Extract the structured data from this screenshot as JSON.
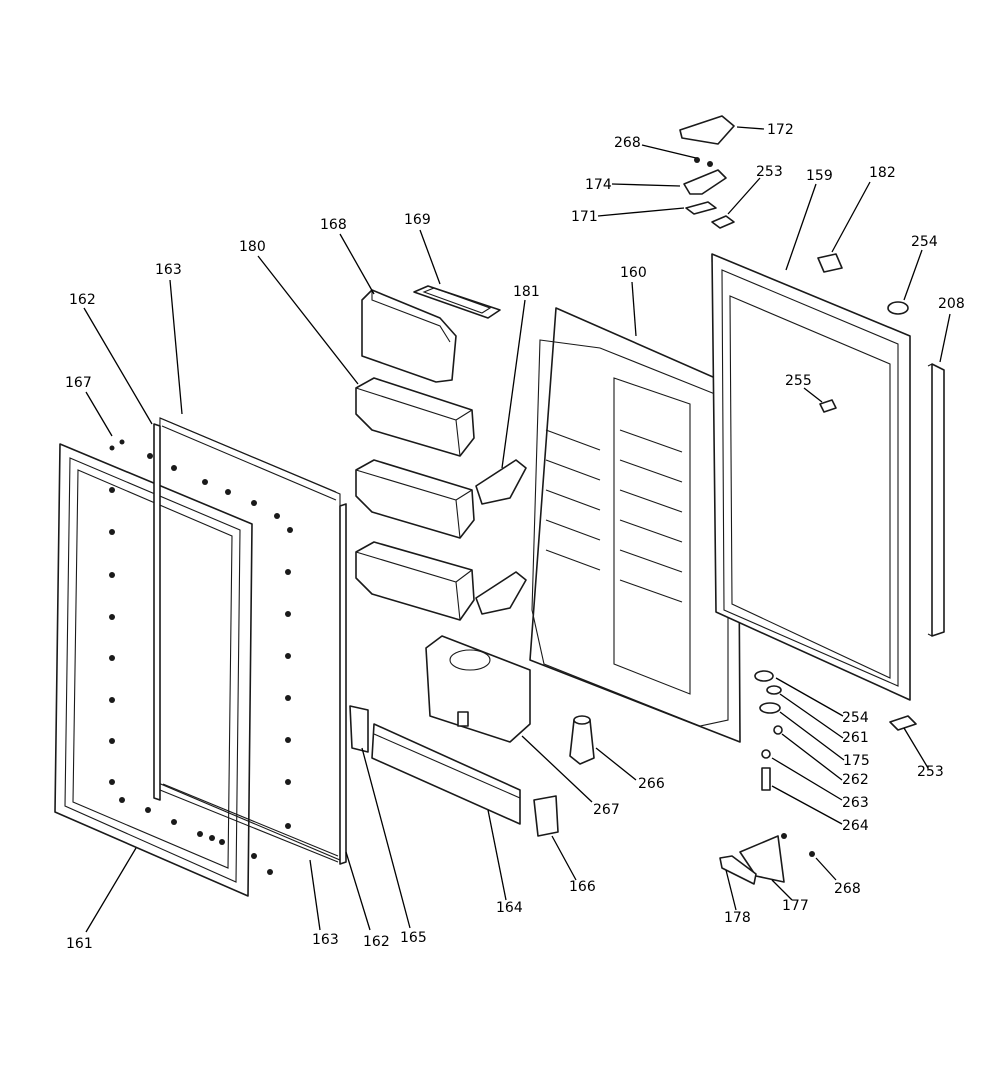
{
  "callouts": {
    "c172": "172",
    "c268a": "268",
    "c174": "174",
    "c253a": "253",
    "c171": "171",
    "c159": "159",
    "c182": "182",
    "c254a": "254",
    "c208": "208",
    "c255": "255",
    "c160": "160",
    "c169": "169",
    "c168": "168",
    "c180": "180",
    "c181": "181",
    "c163a": "163",
    "c162a": "162",
    "c167": "167",
    "c254b": "254",
    "c261": "261",
    "c175": "175",
    "c253b": "253",
    "c262": "262",
    "c263": "263",
    "c264": "264",
    "c266": "266",
    "c267": "267",
    "c268b": "268",
    "c177": "177",
    "c178": "178",
    "c166": "166",
    "c164": "164",
    "c165": "165",
    "c162b": "162",
    "c163b": "163",
    "c161": "161"
  }
}
